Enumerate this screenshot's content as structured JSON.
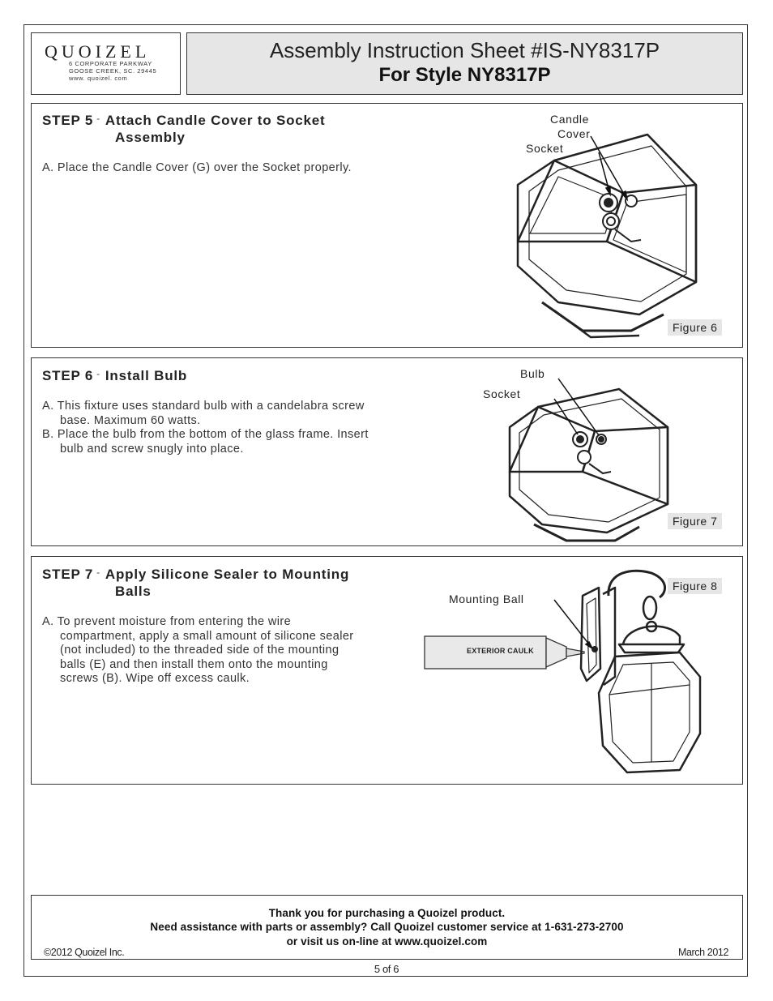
{
  "header": {
    "logo_name": "QUOIZEL",
    "address_line1": "6 CORPORATE PARKWAY",
    "address_line2": "GOOSE CREEK, SC. 29445",
    "address_line3": "www. quoizel. com",
    "title_line1": "Assembly Instruction Sheet #IS-NY8317P",
    "title_line2": "For Style NY8317P"
  },
  "steps": [
    {
      "number": "STEP 5",
      "dash": "-",
      "title_line1": "Attach Candle Cover to Socket",
      "title_line2": "Assembly",
      "instructions": [
        "A.  Place the Candle Cover (G) over the Socket properly."
      ],
      "figure_label": "Figure 6",
      "callouts": [
        "Candle",
        "Cover",
        "Socket"
      ]
    },
    {
      "number": "STEP 6",
      "dash": "-",
      "title_line1": "Install Bulb",
      "instructions": [
        "A.  This fixture uses standard bulb with a candelabra screw",
        "base. Maximum 60 watts.",
        "B.  Place the bulb from the bottom of the glass frame. Insert",
        "bulb and screw snugly into place."
      ],
      "figure_label": "Figure 7",
      "callouts": [
        "Bulb",
        "Socket"
      ]
    },
    {
      "number": "STEP 7",
      "dash": "-",
      "title_line1": "Apply Silicone Sealer to Mounting",
      "title_line2": "Balls",
      "instructions": [
        "A.  To prevent moisture from entering the wire",
        "compartment, apply a small amount of silicone sealer",
        "(not included) to the threaded side of the mounting",
        "balls (E) and then install them onto the mounting",
        "screws (B).  Wipe off excess caulk."
      ],
      "figure_label": "Figure 8",
      "callouts": [
        "Mounting Ball"
      ],
      "caulk_label": "EXTERIOR CAULK"
    }
  ],
  "footer": {
    "line1": "Thank you for purchasing a Quoizel product.",
    "line2": "Need assistance with parts or assembly? Call Quoizel customer service at 1-631-273-2700",
    "line3": "or visit us on-line at www.quoizel.com",
    "copyright": "©2012 Quoizel Inc.",
    "date": "March 2012",
    "page": "5 of 6"
  }
}
